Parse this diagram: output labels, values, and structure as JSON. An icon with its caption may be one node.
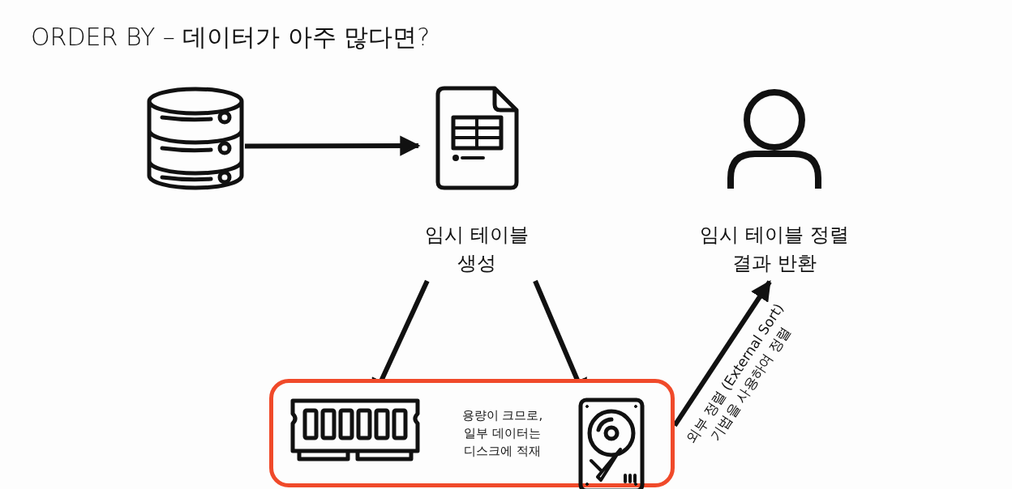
{
  "diagram": {
    "title": "ORDER BY – 데이터가 아주 많다면?",
    "nodes": [
      {
        "text": [],
        "shape": "cylinder"
      },
      {
        "text": [
          "임시 테이블 생성"
        ]
      },
      {
        "text": [
          "임시 테이블 정렬 결과 반환"
        ]
      },
      {
        "text": [
          "용량이 크므로, 일부 데이터는 디스크에 적재"
        ]
      },
      {
        "text": [],
        "shape": "picture",
        "in": 3
      },
      {
        "text": [],
        "shape": "picture",
        "in": 3
      }
    ],
    "edges": [
      {
        "from": 0,
        "to": 1,
        "arrow": "to"
      },
      {
        "from": 1,
        "to": 4,
        "arrow": "to"
      },
      {
        "from": 1,
        "to": 5,
        "arrow": "to"
      },
      {
        "from": 3,
        "to": 2,
        "arrow": "to",
        "label": "외부 정렬 (External Sort) 기법을 사용하여 정렬"
      }
    ]
  }
}
